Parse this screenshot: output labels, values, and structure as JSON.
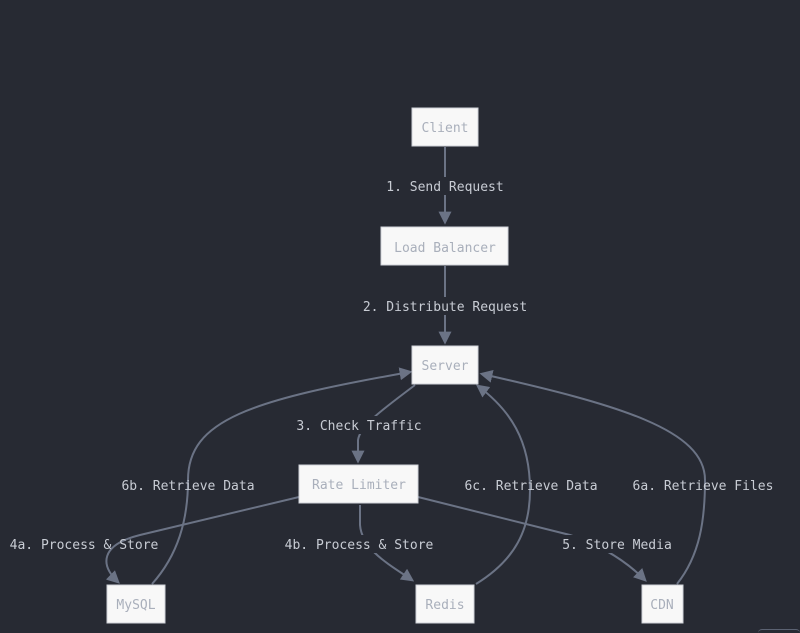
{
  "diagram": {
    "colors": {
      "background": "#272a33",
      "node_fill": "#f8f8f8",
      "node_text": "#a9afbb",
      "edge": "#6b7385",
      "label_text": "#c8ccd4"
    },
    "nodes": {
      "client": "Client",
      "load_balancer": "Load Balancer",
      "server": "Server",
      "rate_limiter": "Rate Limiter",
      "mysql": "MySQL",
      "redis": "Redis",
      "cdn": "CDN"
    },
    "edges": [
      {
        "from": "Client",
        "to": "Load Balancer",
        "label": "1. Send Request"
      },
      {
        "from": "Load Balancer",
        "to": "Server",
        "label": "2. Distribute Request"
      },
      {
        "from": "Server",
        "to": "Rate Limiter",
        "label": "3. Check Traffic"
      },
      {
        "from": "Rate Limiter",
        "to": "MySQL",
        "label": "4a. Process & Store"
      },
      {
        "from": "Rate Limiter",
        "to": "Redis",
        "label": "4b. Process & Store"
      },
      {
        "from": "Rate Limiter",
        "to": "CDN",
        "label": "5. Store Media"
      },
      {
        "from": "CDN",
        "to": "Server",
        "label": "6a. Retrieve Files"
      },
      {
        "from": "MySQL",
        "to": "Server",
        "label": "6b. Retrieve Data"
      },
      {
        "from": "Redis",
        "to": "Server",
        "label": "6c. Retrieve Data"
      }
    ]
  }
}
